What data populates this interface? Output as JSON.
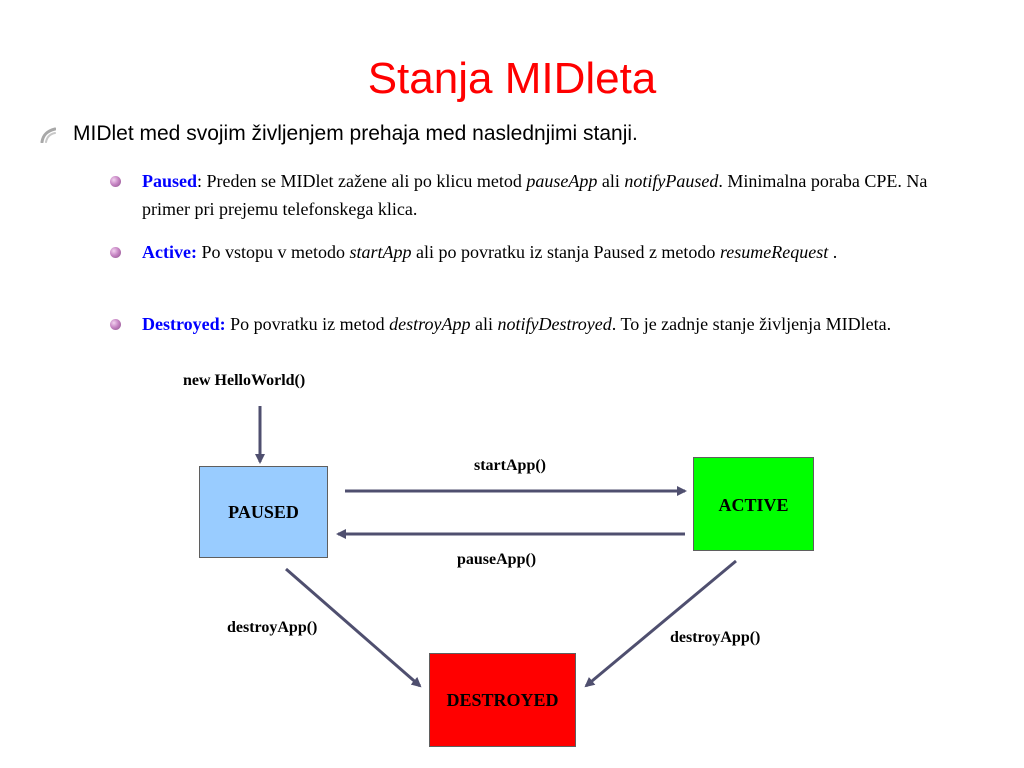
{
  "title": "Stanja MIDleta",
  "intro": "MIDlet med svojim življenjem prehaja med naslednjimi stanji.",
  "states_list": [
    {
      "name": "Paused",
      "sep": ": Preden se MIDlet zažene ali po klicu metod  ",
      "m1": "pauseApp",
      "mid": " ali ",
      "m2": "notifyPaused",
      "tail": ". Minimalna poraba CPE. Na primer pri prejemu telefonskega klica."
    },
    {
      "name": "Active:",
      "sep": " Po vstopu v metodo ",
      "m1": "startApp",
      "mid": " ali po povratku iz stanja Paused z metodo ",
      "m2": "resumeRequest",
      "tail": " ."
    },
    {
      "name": "Destroyed:",
      "sep": " Po povratku iz metod ",
      "m1": "destroyApp",
      "mid": " ali ",
      "m2": "notifyDestroyed",
      "tail": ". To je zadnje stanje življenja MIDleta."
    }
  ],
  "diagram": {
    "nodes": {
      "paused": {
        "label": "PAUSED",
        "color": "#99ccff"
      },
      "active": {
        "label": "ACTIVE",
        "color": "#00ff00"
      },
      "destroyed": {
        "label": "DESTROYED",
        "color": "#ff0000"
      }
    },
    "edges": {
      "new": "new HelloWorld()",
      "start": "startApp()",
      "pause": "pauseApp()",
      "destroy_left": "destroyApp()",
      "destroy_right": "destroyApp()"
    }
  },
  "colors": {
    "title": "#ff0000",
    "keyword": "#0000ff",
    "arrow": "#4f4f6f"
  },
  "icons": {
    "lead_bullet": "curved-stroke-bullet",
    "item_bullet": "purple-sphere-bullet"
  }
}
